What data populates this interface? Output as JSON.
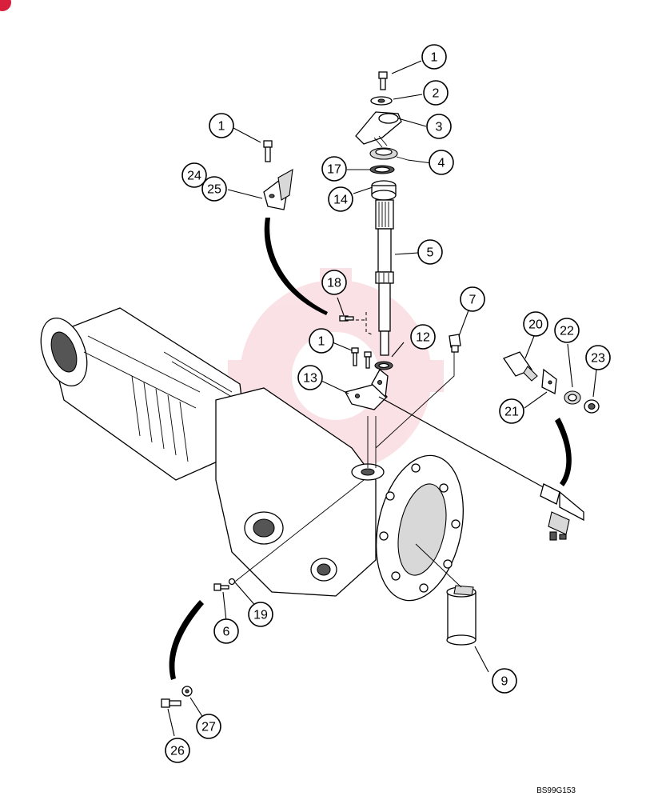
{
  "diagram": {
    "reference_code": "BS99G153",
    "callouts": [
      {
        "id": "c1a",
        "label": "1"
      },
      {
        "id": "c2",
        "label": "2"
      },
      {
        "id": "c3",
        "label": "3"
      },
      {
        "id": "c4",
        "label": "4"
      },
      {
        "id": "c17",
        "label": "17"
      },
      {
        "id": "c14",
        "label": "14"
      },
      {
        "id": "c5",
        "label": "5"
      },
      {
        "id": "c1b",
        "label": "1"
      },
      {
        "id": "c24",
        "label": "24"
      },
      {
        "id": "c25",
        "label": "25"
      },
      {
        "id": "c18",
        "label": "18"
      },
      {
        "id": "c7",
        "label": "7"
      },
      {
        "id": "c1c",
        "label": "1"
      },
      {
        "id": "c12",
        "label": "12"
      },
      {
        "id": "c13",
        "label": "13"
      },
      {
        "id": "c20",
        "label": "20"
      },
      {
        "id": "c22",
        "label": "22"
      },
      {
        "id": "c23",
        "label": "23"
      },
      {
        "id": "c21",
        "label": "21"
      },
      {
        "id": "c6",
        "label": "6"
      },
      {
        "id": "c19",
        "label": "19"
      },
      {
        "id": "c9",
        "label": "9"
      },
      {
        "id": "c27",
        "label": "27"
      },
      {
        "id": "c26",
        "label": "26"
      }
    ]
  },
  "colors": {
    "line": "#000000",
    "badge": "#d81f3c",
    "background": "#ffffff"
  }
}
